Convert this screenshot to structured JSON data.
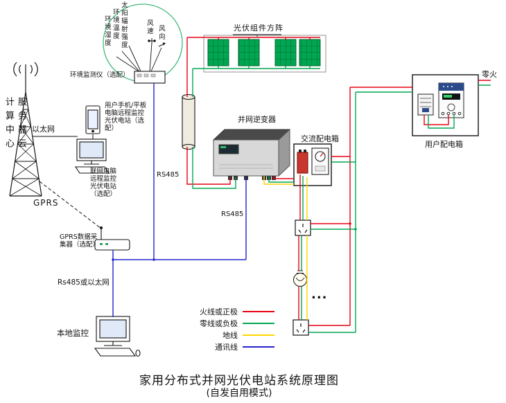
{
  "diagram_title": {
    "main": "家用分布式并网光伏电站系统原理图",
    "sub": "(自发自用模式)"
  },
  "network": {
    "server_center_col1": "服务器云",
    "server_center_col2": "计算中心",
    "ethernet": "以太网",
    "gprs": "GPRS",
    "phone_note": "用户手机/平板电脑远程监控光伏电站（选配）",
    "pc_note": "联网电脑远程监控光伏电站（选配）",
    "gprs_collector": "GPRS数据采集器（选配）",
    "rs485_or_ethernet": "Rs485或以太网",
    "local_monitor": "本地监控",
    "rs485_top": "RS485",
    "rs485_mid": "RS485"
  },
  "env_station": {
    "label": "环境监测仪（选配）",
    "sensors": [
      "太阳辐射强度",
      "环境温度",
      "环境湿度",
      "风速",
      "风向"
    ]
  },
  "pv": {
    "array_label": "光伏组件方阵"
  },
  "power": {
    "inverter": "并网逆变器",
    "ac_box": "交流配电箱",
    "user_box": "用户配电箱",
    "zero_fire": "零火",
    "more_loads": "..."
  },
  "legend": [
    {
      "label": "火线或正极",
      "color": "#e60012"
    },
    {
      "label": "零线或负极",
      "color": "#00a651"
    },
    {
      "label": "地线",
      "color": "#ffd400"
    },
    {
      "label": "通讯线",
      "color": "#2323cc"
    }
  ],
  "colors": {
    "live_wire": "#e60012",
    "neutral_wire": "#00a651",
    "ground_wire": "#ffd400",
    "comm_wire": "#2323cc",
    "pv_panel": "#00a651",
    "env_circle": "#3cb878"
  }
}
